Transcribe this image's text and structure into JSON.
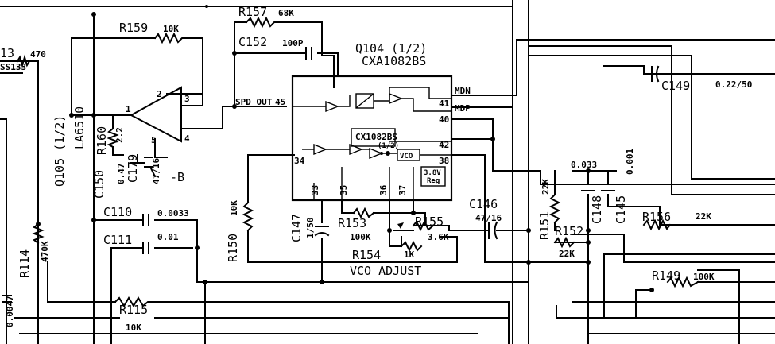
{
  "ic": {
    "ref": "Q104 (1/2)",
    "part": "CXA1082BS",
    "sub_block": "CX1082BS",
    "sub_unit": "(1/2)",
    "vco_label": "VCO",
    "ref_voltage": "3.8V",
    "ref_sub": "Reg",
    "pin_spd_out": "SPD OUT",
    "pin_45": "45",
    "pin_mdn": "MDN",
    "pin_41": "41",
    "pin_mdp": "MDP",
    "pin_40": "40",
    "pin_42": "42",
    "pin_38": "38",
    "pin_34": "34",
    "pin_33": "33",
    "pin_35": "35",
    "pin_36": "36",
    "pin_37": "37"
  },
  "opamp": {
    "ref": "Q105 (1/2)",
    "part": "LA6510",
    "pin_1": "1",
    "pin_2": "2",
    "pin_3": "3",
    "pin_4": "4",
    "pin_5": "5",
    "supply": "-B"
  },
  "components": {
    "r113_ref": "13",
    "r113_val": "470",
    "d_part": "SS133",
    "r159_ref": "R159",
    "r159_val": "10K",
    "r157_ref": "R157",
    "r157_val": "68K",
    "c152_ref": "C152",
    "c152_val": "100P",
    "c149_ref": "C149",
    "c149_val": "0.22/50",
    "r160_ref": "R160",
    "r160_val": "2.2",
    "c150_ref": "C150",
    "c150_val": "0.47",
    "c179_ref": "C179",
    "c179_val": "47/16",
    "c110_ref": "C110",
    "c110_val": "0.0033",
    "c111_ref": "C111",
    "c111_val": "0.01",
    "r114_ref": "R114",
    "r114_val": "470K",
    "r115_ref": "R115",
    "r115_val": "10K",
    "c_left_val": "0.0047",
    "r150_ref": "R150",
    "r150_val": "10K",
    "c147_ref": "C147",
    "c147_val": "1/50",
    "r153_ref": "R153",
    "r153_val": "100K",
    "r155_ref": "R155",
    "r155_val": "3.6K",
    "r154_ref": "R154",
    "r154_val": "1K",
    "c146_ref": "C146",
    "c146_val": "47/16",
    "r151_ref": "R151",
    "r151_val": "22K",
    "r152_ref": "R152",
    "r152_val": "22K",
    "c148_ref": "C148",
    "c148_val": "0.033",
    "c145_ref": "C145",
    "c145_val": "0.001",
    "r156_ref": "R156",
    "r156_val": "22K",
    "r149_ref": "R149",
    "r149_val": "100K"
  },
  "labels": {
    "vco_adjust": "VCO ADJUST"
  }
}
